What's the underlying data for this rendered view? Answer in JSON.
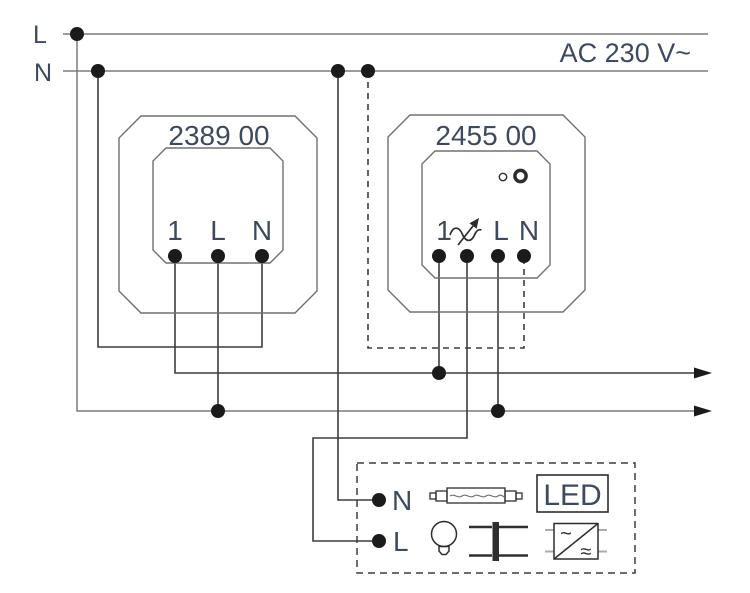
{
  "power": {
    "l": "L",
    "n": "N",
    "ac": "AC 230 V~"
  },
  "switch_device": {
    "article": "2389 00",
    "t1": "1",
    "l": "L",
    "n": "N"
  },
  "dimmer_device": {
    "article": "2455 00",
    "t1": "1",
    "l": "L",
    "n": "N",
    "indicators": [
      "status-led",
      "programming-button"
    ],
    "adjust_icon": "dimmer-adjust-arrow"
  },
  "load": {
    "n": "N",
    "l": "L",
    "led": "LED",
    "et_ac": "~",
    "et_dc": "≈",
    "symbols": [
      "fluorescent-lamp",
      "led",
      "incandescent-lamp",
      "conventional-transformer",
      "electronic-transformer"
    ]
  },
  "colors": {
    "rail_gray": "#7c7c7c",
    "wire_dark": "#3d3d3d",
    "outline_gray": "#707070",
    "dot_black": "#1b1b1b",
    "label_color": "#3e4a5c",
    "symbol_dark": "#2e2e2e",
    "stub_gray": "#ababab"
  }
}
